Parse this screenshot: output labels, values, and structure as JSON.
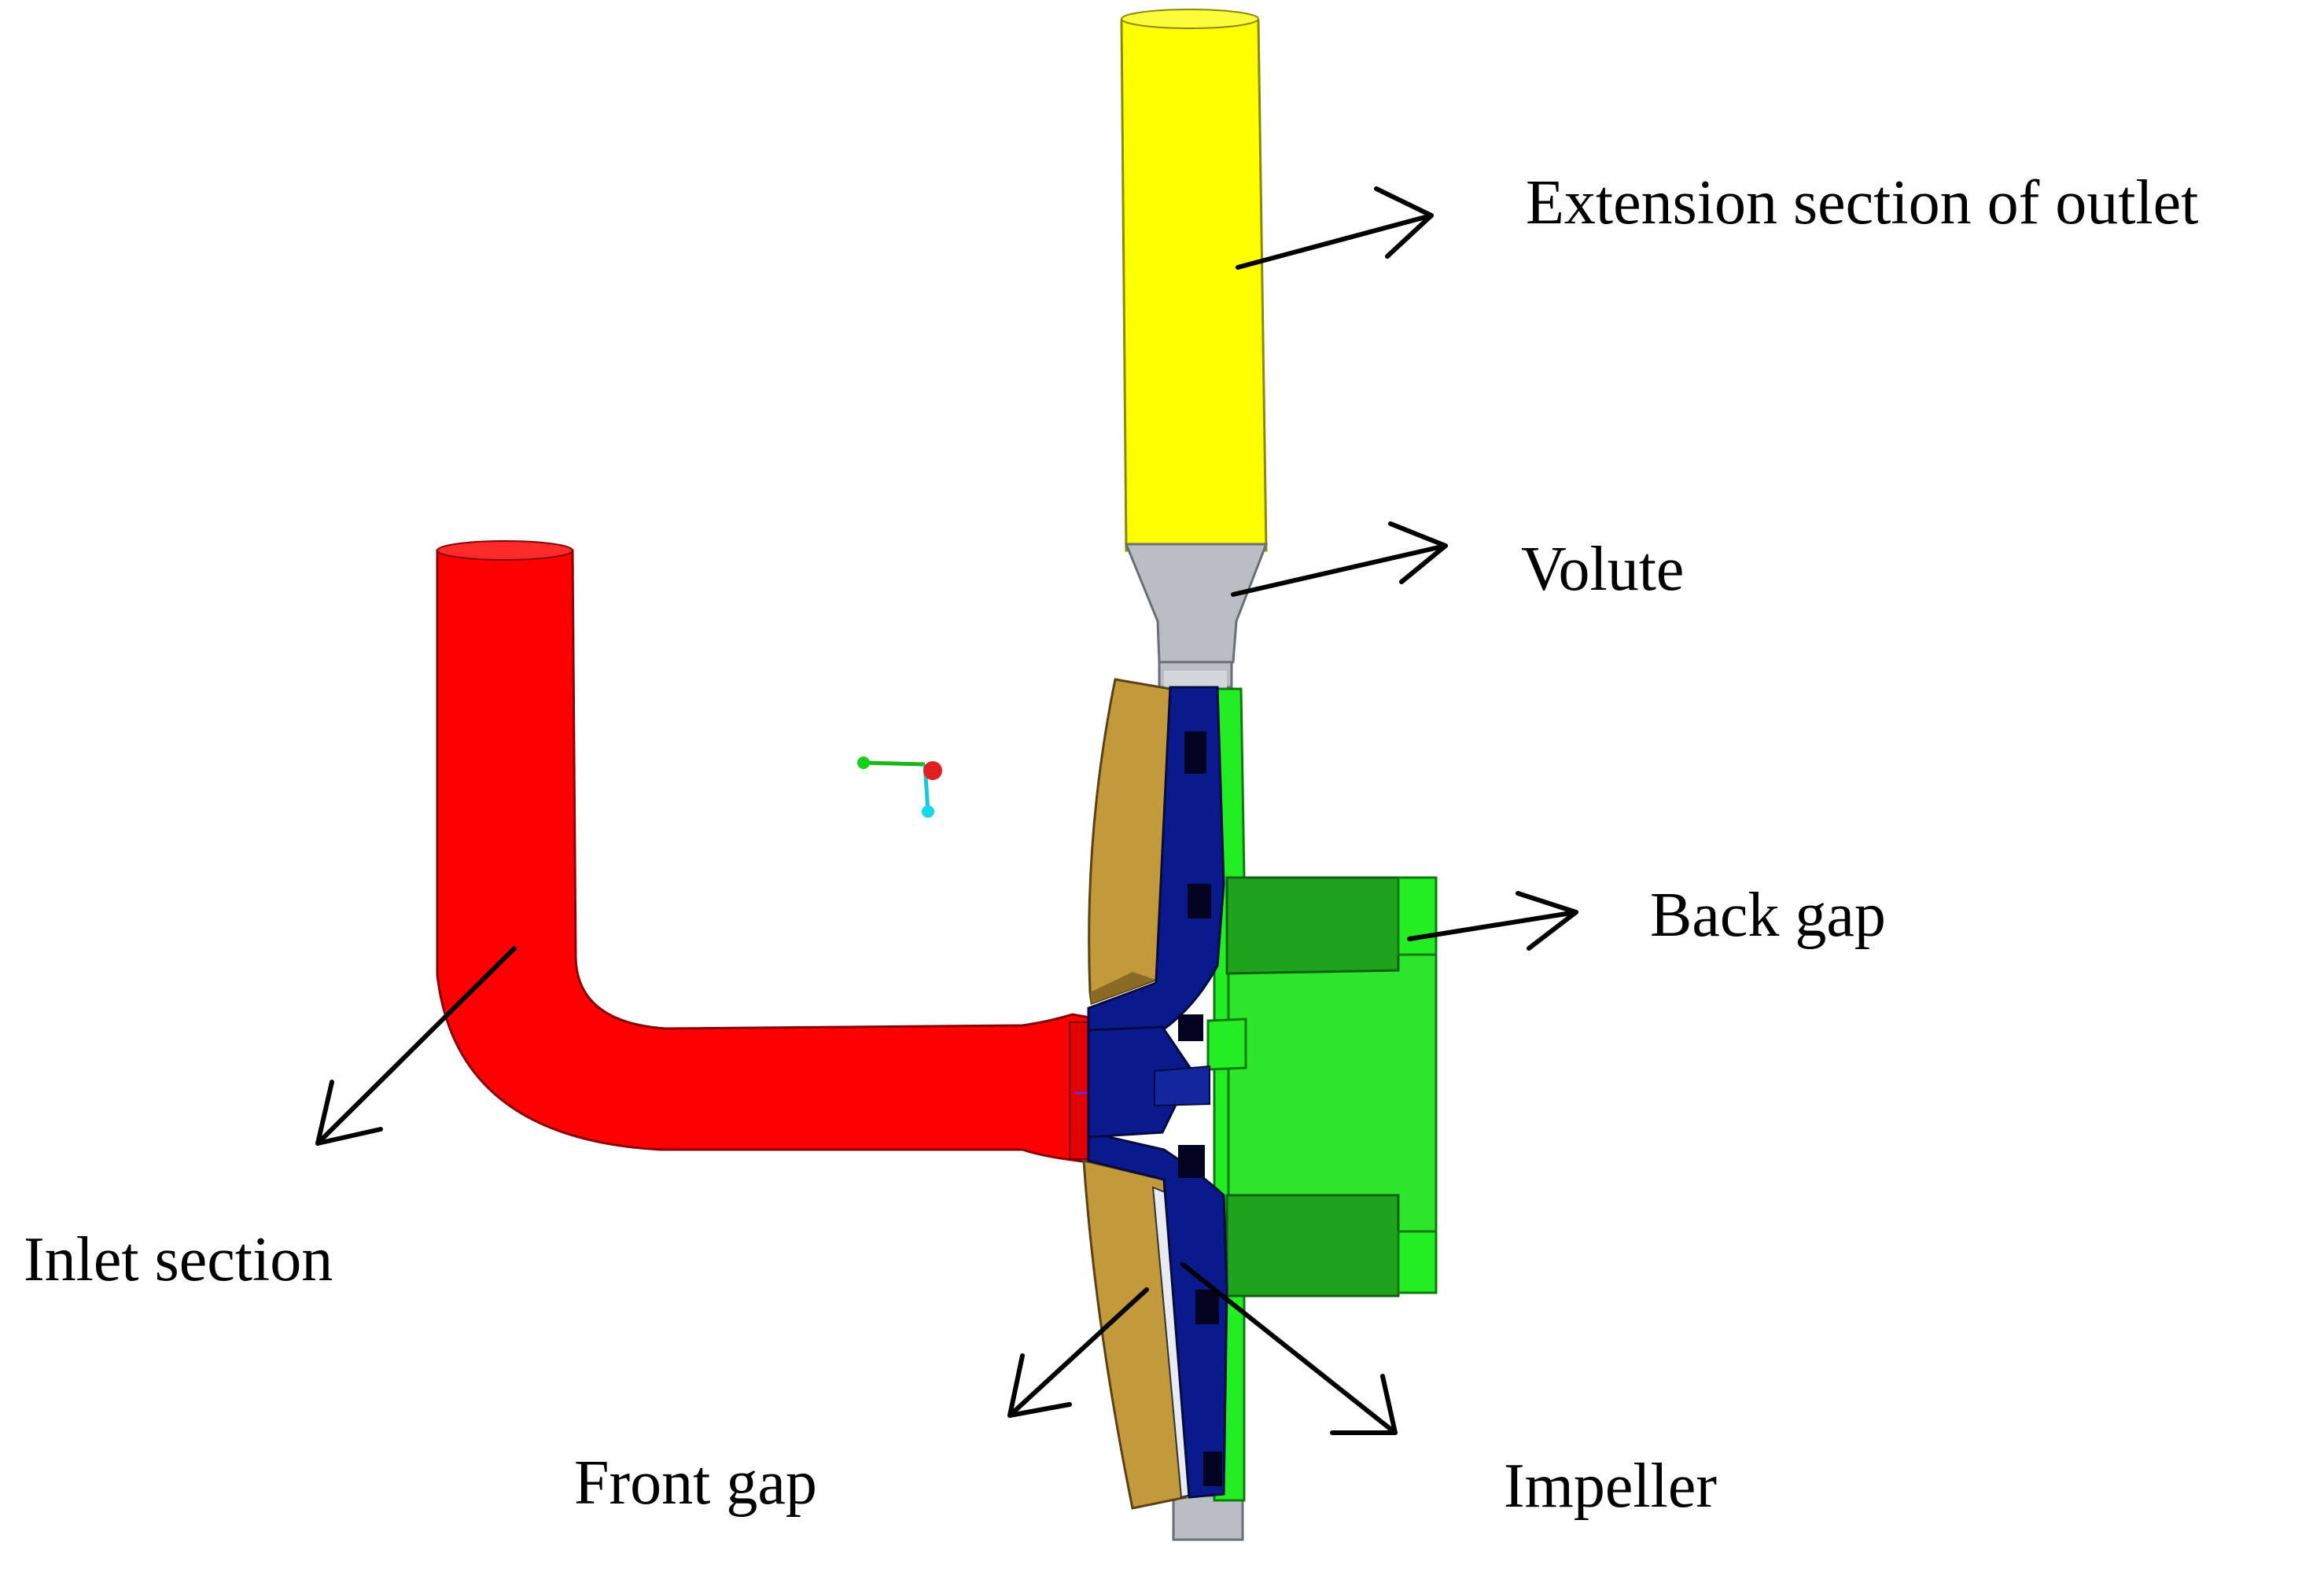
{
  "labels": {
    "outlet_extension": "Extension section of outlet",
    "volute": "Volute",
    "back_gap": "Back gap",
    "inlet_section": "Inlet section",
    "front_gap": "Front gap",
    "impeller": "Impeller"
  },
  "colors": {
    "outlet_extension": "#ffff00",
    "volute": "#b8bec4",
    "inlet_section": "#ff0000",
    "front_gap": "#c29a3c",
    "impeller": "#0a1a8c",
    "back_gap": "#22ee22",
    "background": "#ffffff"
  }
}
